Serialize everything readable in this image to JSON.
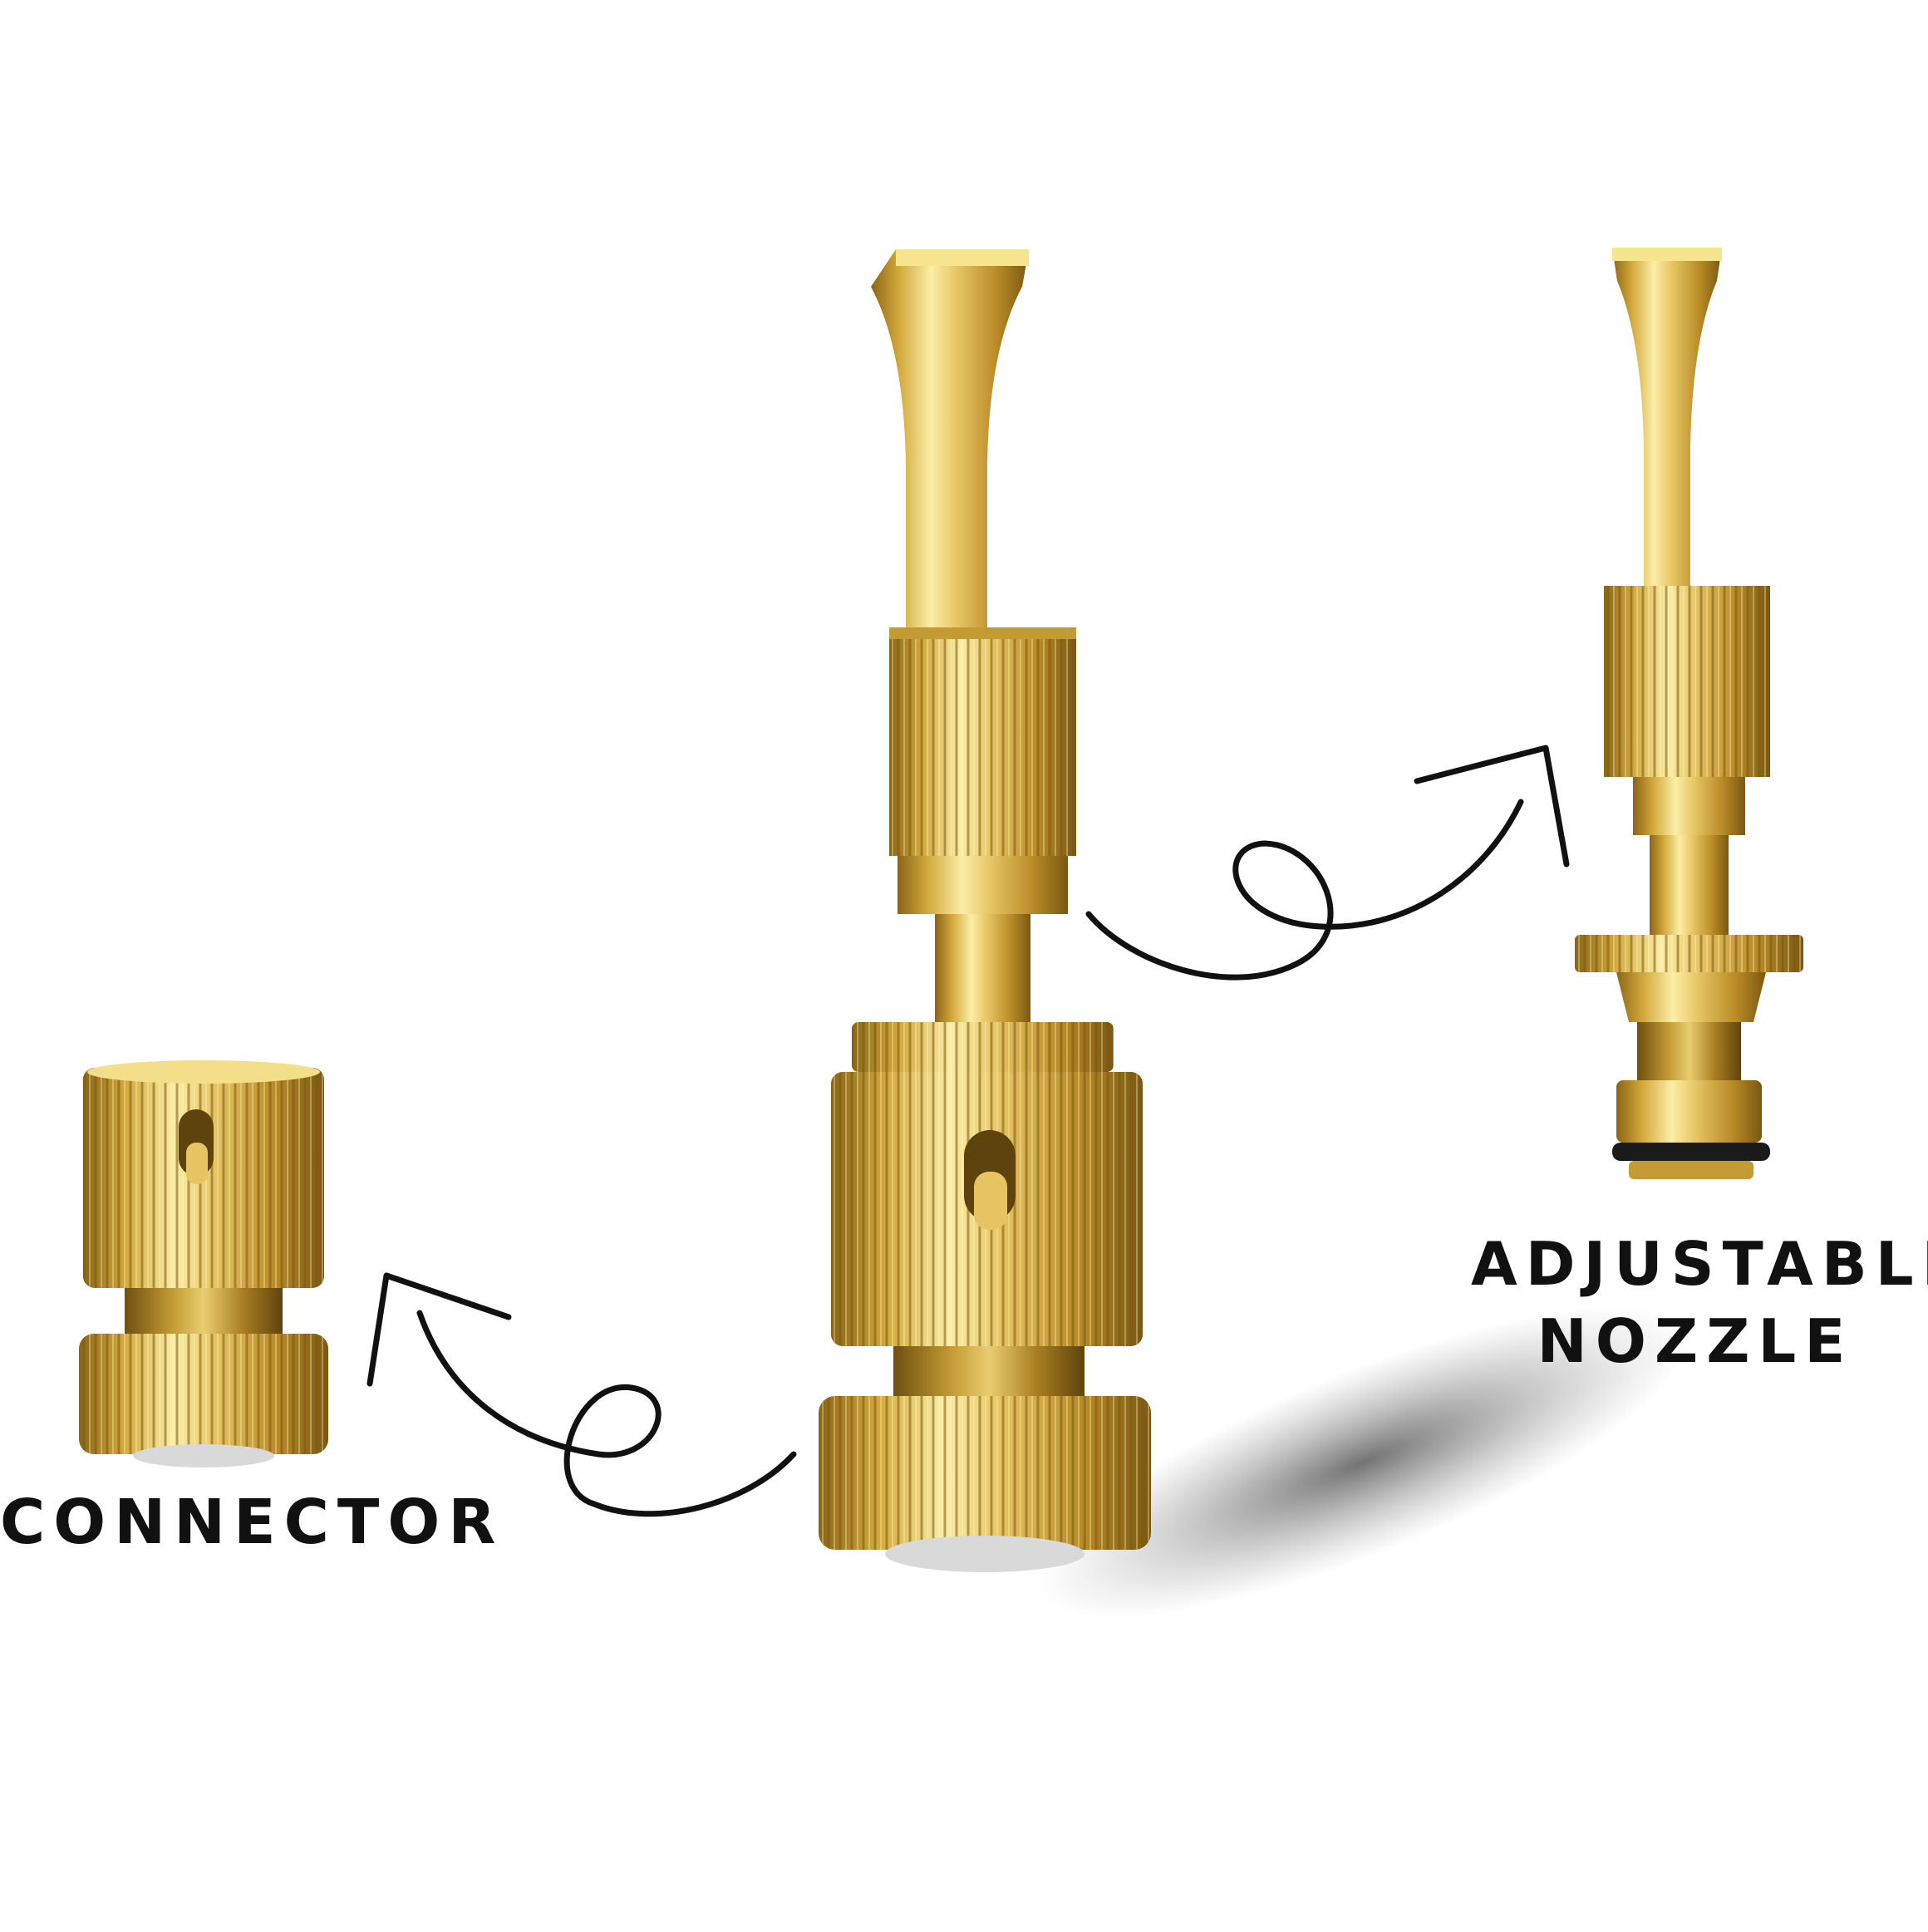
{
  "labels": {
    "connector": "CONNECTOR",
    "adjustable": "ADJUSTABLE",
    "nozzle": "NOZZLE"
  },
  "colors": {
    "background": "#ffffff",
    "brass_light": "#f3df8a",
    "brass_mid": "#d4a93c",
    "brass_dark": "#8a6516",
    "ink": "#111111"
  }
}
